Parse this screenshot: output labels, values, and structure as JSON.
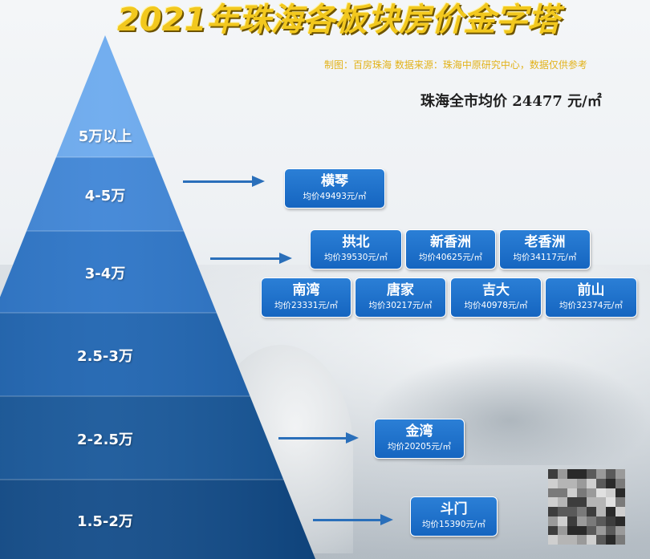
{
  "title": "2021年珠海各板块房价金字塔",
  "credit": "制图：百房珠海 数据来源：珠海中原研究中心，数据仅供参考",
  "city_average": "珠海全市均价 24477 元/㎡",
  "colors": {
    "title": "#f2c81e",
    "tier_top": "#4e97e6",
    "tier_bottom": "#0e4586",
    "card": "#1f73cc",
    "arrow": "#2a6fba"
  },
  "chart_data": {
    "type": "pyramid",
    "title": "2021年珠海各板块房价金字塔",
    "unit": "元/㎡",
    "tiers": [
      {
        "label": "5万以上",
        "districts": []
      },
      {
        "label": "4-5万",
        "districts": [
          {
            "name": "横琴",
            "price_label": "均价49493元/㎡",
            "value": 49493
          }
        ]
      },
      {
        "label": "3-4万",
        "districts": [
          {
            "name": "拱北",
            "price_label": "均价39530元/㎡",
            "value": 39530
          },
          {
            "name": "新香洲",
            "price_label": "均价40625元/㎡",
            "value": 40625
          },
          {
            "name": "老香洲",
            "price_label": "均价34117元/㎡",
            "value": 34117
          },
          {
            "name": "南湾",
            "price_label": "均价23331元/㎡",
            "value": 23331
          },
          {
            "name": "唐家",
            "price_label": "均价30217元/㎡",
            "value": 30217
          },
          {
            "name": "吉大",
            "price_label": "均价40978元/㎡",
            "value": 40978
          },
          {
            "name": "前山",
            "price_label": "均价32374元/㎡",
            "value": 32374
          }
        ]
      },
      {
        "label": "2.5-3万",
        "districts": []
      },
      {
        "label": "2-2.5万",
        "districts": [
          {
            "name": "金湾",
            "price_label": "均价20205元/㎡",
            "value": 20205
          }
        ]
      },
      {
        "label": "1.5-2万",
        "districts": [
          {
            "name": "斗门",
            "price_label": "均价15390元/㎡",
            "value": 15390
          }
        ]
      }
    ]
  }
}
